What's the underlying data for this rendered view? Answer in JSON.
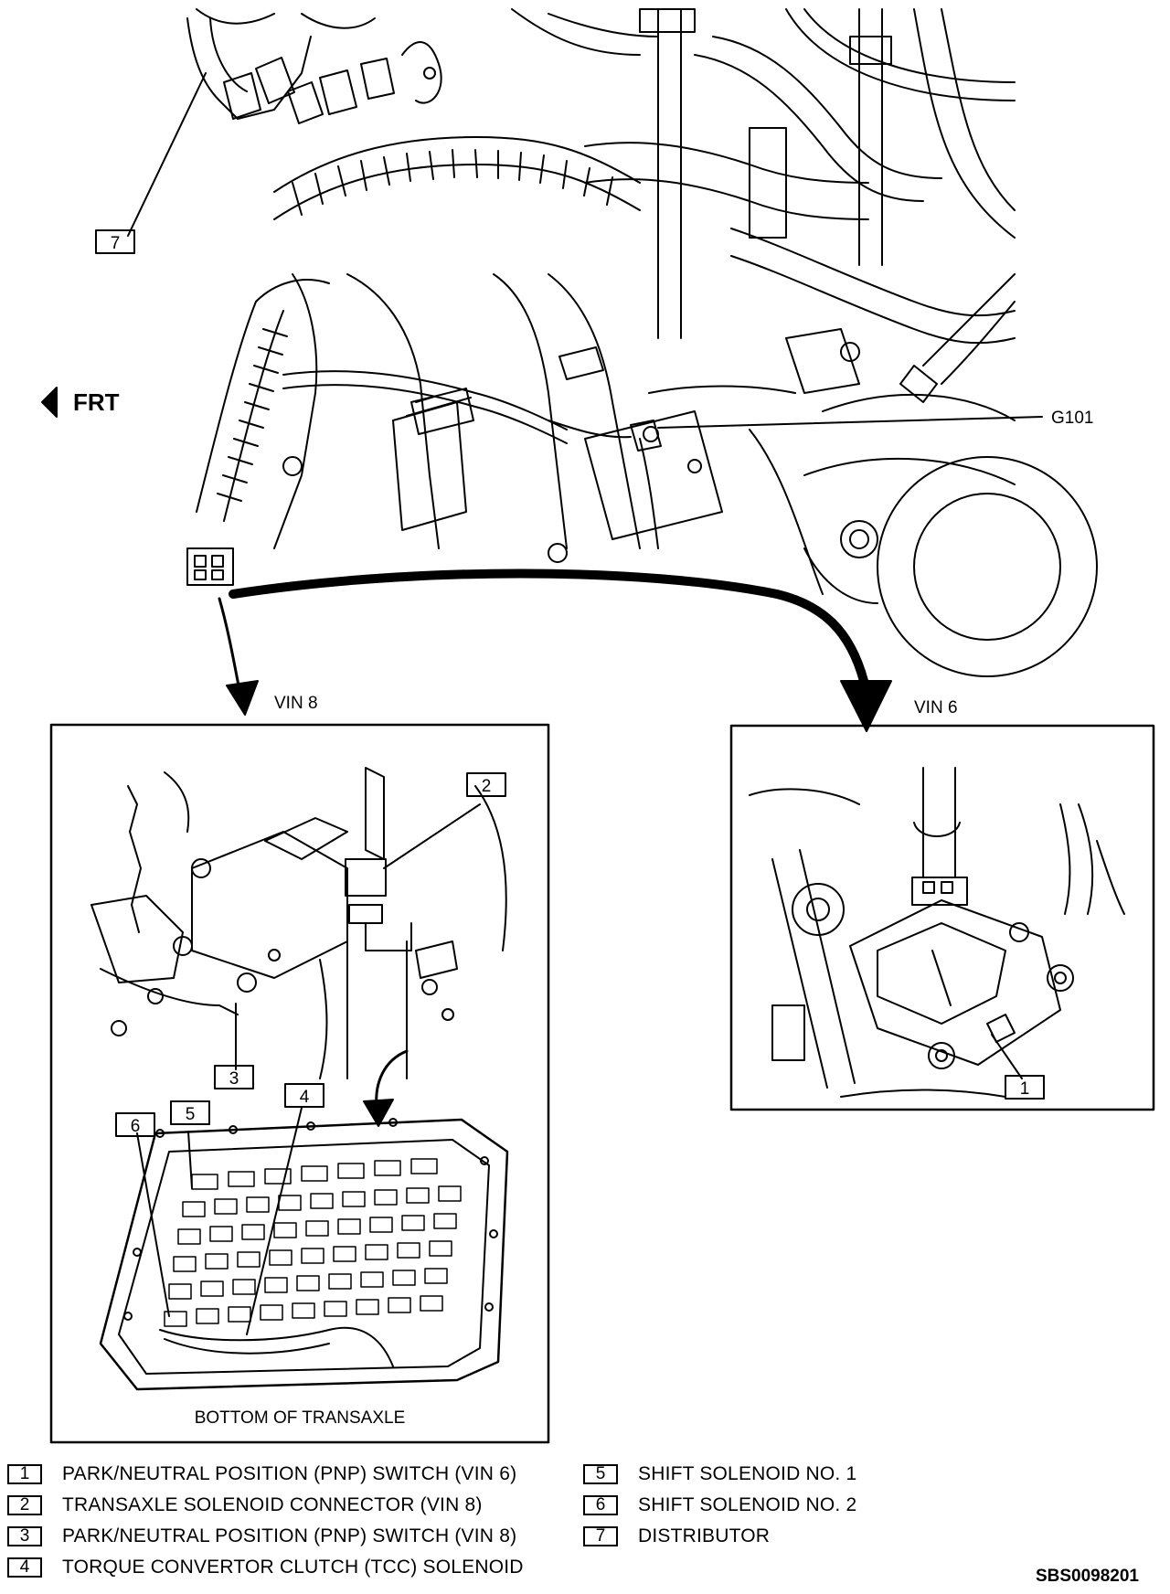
{
  "orientation": {
    "front_label": "FRT"
  },
  "ground_label": "G101",
  "callouts": [
    "1",
    "2",
    "3",
    "4",
    "5",
    "6",
    "7"
  ],
  "detail_vin8": {
    "title": "VIN 8",
    "caption": "BOTTOM OF TRANSAXLE"
  },
  "detail_vin6": {
    "title": "VIN 6"
  },
  "legend": [
    {
      "num": "1",
      "text": "PARK/NEUTRAL POSITION (PNP) SWITCH (VIN 6)"
    },
    {
      "num": "2",
      "text": "TRANSAXLE SOLENOID CONNECTOR (VIN 8)"
    },
    {
      "num": "3",
      "text": "PARK/NEUTRAL POSITION (PNP) SWITCH (VIN 8)"
    },
    {
      "num": "4",
      "text": "TORQUE CONVERTOR CLUTCH (TCC) SOLENOID"
    },
    {
      "num": "5",
      "text": "SHIFT SOLENOID NO. 1"
    },
    {
      "num": "6",
      "text": "SHIFT SOLENOID NO. 2"
    },
    {
      "num": "7",
      "text": "DISTRIBUTOR"
    }
  ],
  "figure_code": "SBS0098201",
  "colors": {
    "ink": "#000000",
    "paper": "#ffffff"
  }
}
